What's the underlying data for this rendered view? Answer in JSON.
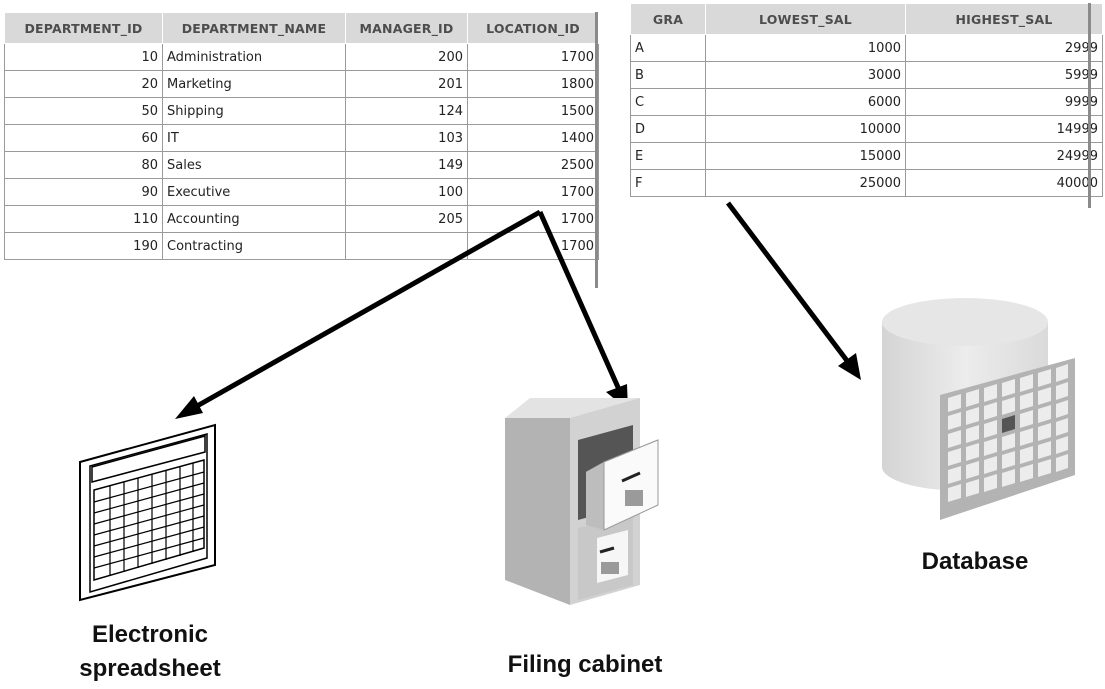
{
  "departments": {
    "columns": [
      "DEPARTMENT_ID",
      "DEPARTMENT_NAME",
      "MANAGER_ID",
      "LOCATION_ID"
    ],
    "rows": [
      [
        "10",
        "Administration",
        "200",
        "1700"
      ],
      [
        "20",
        "Marketing",
        "201",
        "1800"
      ],
      [
        "50",
        "Shipping",
        "124",
        "1500"
      ],
      [
        "60",
        "IT",
        "103",
        "1400"
      ],
      [
        "80",
        "Sales",
        "149",
        "2500"
      ],
      [
        "90",
        "Executive",
        "100",
        "1700"
      ],
      [
        "110",
        "Accounting",
        "205",
        "1700"
      ],
      [
        "190",
        "Contracting",
        "",
        "1700"
      ]
    ]
  },
  "job_grades": {
    "columns": [
      "GRA",
      "LOWEST_SAL",
      "HIGHEST_SAL"
    ],
    "rows": [
      [
        "A",
        "1000",
        "2999"
      ],
      [
        "B",
        "3000",
        "5999"
      ],
      [
        "C",
        "6000",
        "9999"
      ],
      [
        "D",
        "10000",
        "14999"
      ],
      [
        "E",
        "15000",
        "24999"
      ],
      [
        "F",
        "25000",
        "40000"
      ]
    ]
  },
  "captions": {
    "spreadsheet_line1": "Electronic",
    "spreadsheet_line2": "spreadsheet",
    "cabinet": "Filing cabinet",
    "database": "Database"
  },
  "icons": [
    "spreadsheet-icon",
    "filing-cabinet-icon",
    "database-icon"
  ]
}
